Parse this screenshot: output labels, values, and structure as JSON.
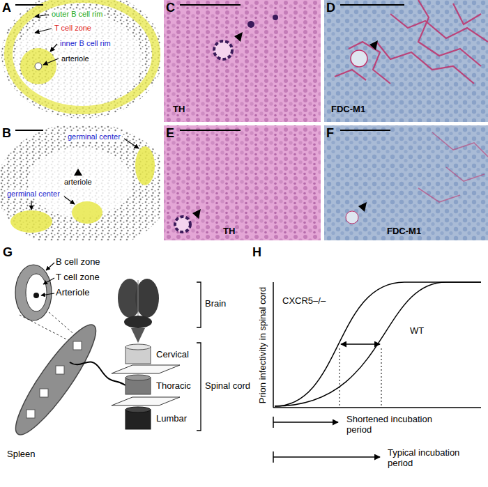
{
  "diagram": {
    "labels": [
      "A",
      "outer B cell rim",
      "T cell zone",
      "inner B cell rim",
      "arteriole",
      "B",
      "germinal center",
      "arteriole",
      "germinal center",
      "C",
      "TH",
      "D",
      "FDC-M1",
      "E",
      "TH",
      "F",
      "FDC-M1",
      "G",
      "B cell zone",
      "T cell zone",
      "Arteriole",
      "Spleen",
      "Brain",
      "Spinal cord",
      "Cervical",
      "Thoracic",
      "Lumbar",
      "H",
      "CXCR5–/–",
      "WT",
      "Prion infectivity in spinal cord",
      "Shortened incubation period",
      "Typical incubation period"
    ]
  }
}
